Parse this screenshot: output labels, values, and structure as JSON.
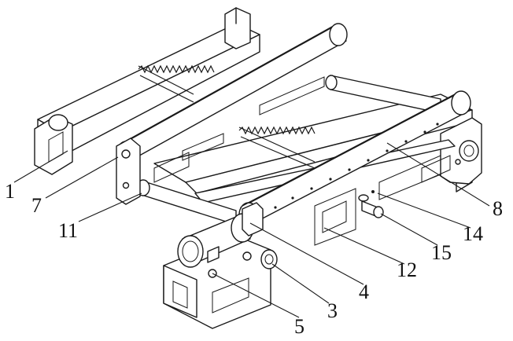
{
  "diagram": {
    "labels": [
      {
        "id": "1",
        "text": "1"
      },
      {
        "id": "7",
        "text": "7"
      },
      {
        "id": "11",
        "text": "11"
      },
      {
        "id": "8",
        "text": "8"
      },
      {
        "id": "14",
        "text": "14"
      },
      {
        "id": "15",
        "text": "15"
      },
      {
        "id": "12",
        "text": "12"
      },
      {
        "id": "4",
        "text": "4"
      },
      {
        "id": "3",
        "text": "3"
      },
      {
        "id": "5",
        "text": "5"
      }
    ]
  }
}
